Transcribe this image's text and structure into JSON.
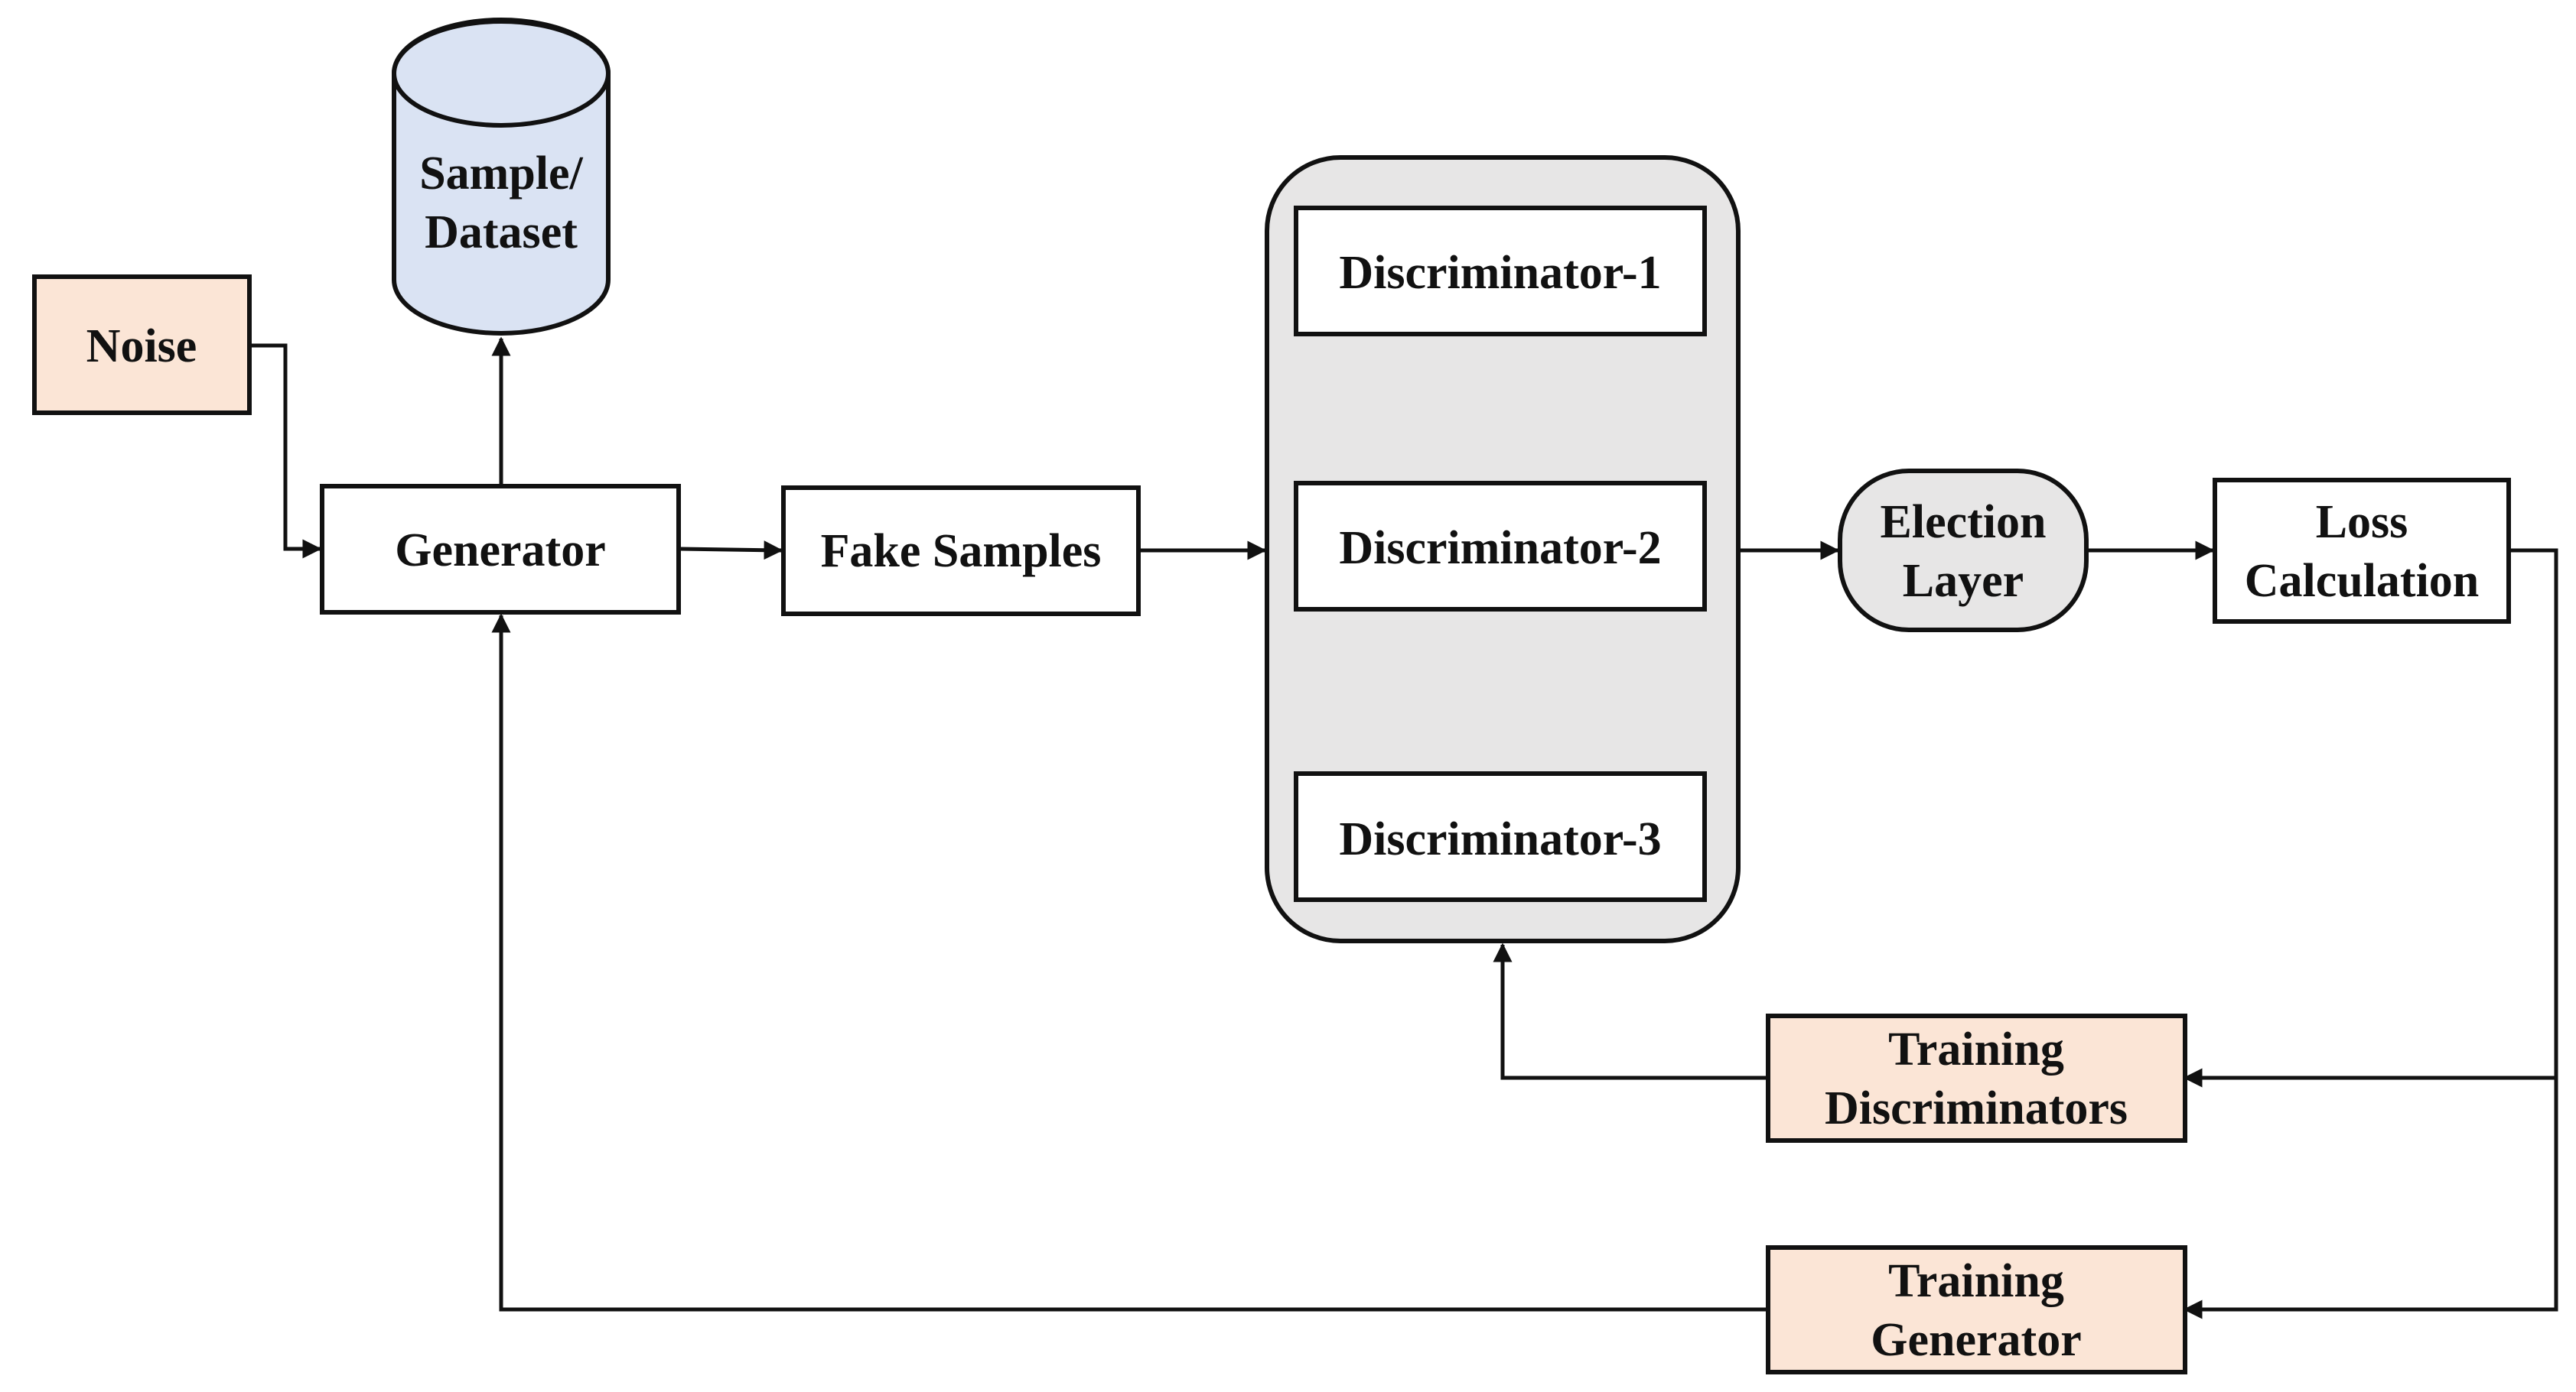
{
  "colors": {
    "peach": "#fbe5d6",
    "blue": "#dae3f3",
    "gray": "#e7e6e6",
    "white": "#ffffff",
    "stroke": "#111111"
  },
  "nodes": {
    "noise": {
      "label": "Noise"
    },
    "dataset": {
      "line1": "Sample/",
      "line2": "Dataset"
    },
    "generator": {
      "label": "Generator"
    },
    "fake_samples": {
      "label": "Fake Samples"
    },
    "discriminator_1": {
      "label": "Discriminator-1"
    },
    "discriminator_2": {
      "label": "Discriminator-2"
    },
    "discriminator_3": {
      "label": "Discriminator-3"
    },
    "election_layer": {
      "line1": "Election",
      "line2": "Layer"
    },
    "loss_calculation": {
      "line1": "Loss",
      "line2": "Calculation"
    },
    "training_discriminators": {
      "line1": "Training",
      "line2": "Discriminators"
    },
    "training_generator": {
      "line1": "Training",
      "line2": "Generator"
    }
  },
  "edges": [
    {
      "from": "noise",
      "to": "generator"
    },
    {
      "from": "generator",
      "to": "dataset"
    },
    {
      "from": "generator",
      "to": "fake_samples"
    },
    {
      "from": "fake_samples",
      "to": "discriminators"
    },
    {
      "from": "discriminators",
      "to": "election_layer"
    },
    {
      "from": "election_layer",
      "to": "loss_calculation"
    },
    {
      "from": "loss_calculation",
      "to": "training_discriminators"
    },
    {
      "from": "loss_calculation",
      "to": "training_generator"
    },
    {
      "from": "training_discriminators",
      "to": "discriminators"
    },
    {
      "from": "training_generator",
      "to": "generator"
    }
  ]
}
